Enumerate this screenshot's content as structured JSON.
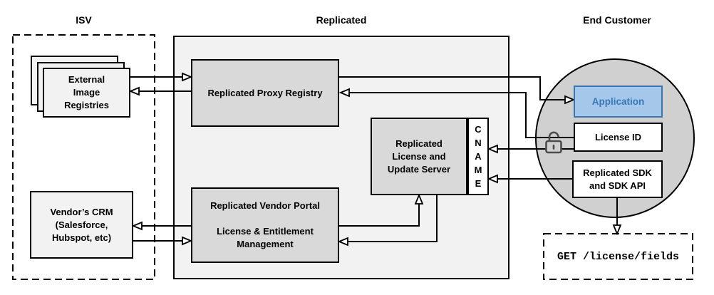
{
  "sections": {
    "isv": "ISV",
    "replicated": "Replicated",
    "end_customer": "End Customer"
  },
  "nodes": {
    "external_registries": "External\nImage\nRegistries",
    "vendors_crm": "Vendor’s CRM\n(Salesforce,\nHubspot, etc)",
    "proxy_registry": "Replicated Proxy Registry",
    "vendor_portal": "Replicated Vendor Portal\n\nLicense & Entitlement\nManagement",
    "license_update_server": "Replicated\nLicense and\nUpdate Server",
    "cname": "C\nN\nA\nM\nE",
    "application": "Application",
    "license_id": "License ID",
    "replicated_sdk": "Replicated SDK\nand SDK API",
    "get_endpoint": "GET /license/fields"
  },
  "icons": {
    "lock": "open-padlock"
  },
  "colors": {
    "container_fill": "#f2f2f2",
    "gray_node_fill": "#d9d9d9",
    "circle_fill": "#d0d0d0",
    "white_fill": "#ffffff",
    "stroke": "#000000",
    "application_fill": "#a5c7e9",
    "application_border": "#3b76af",
    "application_text": "#3579b9",
    "lock_stroke": "#4d4d4d"
  }
}
